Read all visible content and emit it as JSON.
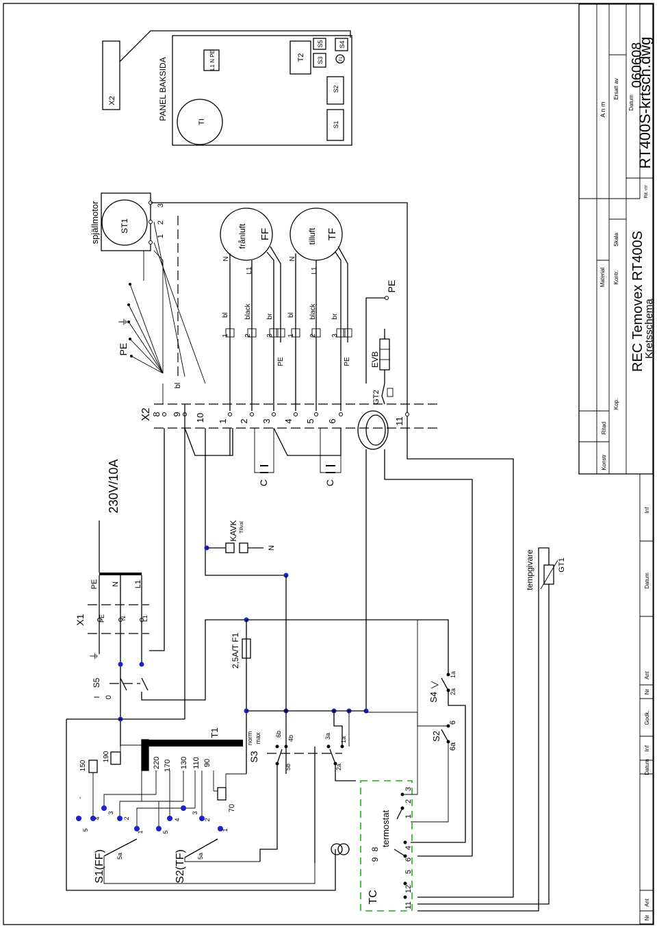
{
  "supply": {
    "voltage": "230V/10A",
    "x1_label": "X1",
    "pe": "PE",
    "n": "N",
    "l1": "L1",
    "ground": "⏚"
  },
  "switches": {
    "s5": "S5",
    "s5_on": "I",
    "s5_off": "0",
    "s3": "S3",
    "s3_norm": "norm",
    "s3_max": "max",
    "s4": "S4",
    "s2": "S2",
    "s1ff": "S1(FF)",
    "s2tf": "S2(TF)"
  },
  "contacts": {
    "c6b": "6b",
    "c4b": "4b",
    "c5b": "5b",
    "c3a": "3a",
    "c1a": "1a",
    "c2a": "2a",
    "c6": "6",
    "c6a": "6a",
    "c5a": "5a"
  },
  "transformer": {
    "label": "T1",
    "taps": [
      "220",
      "170",
      "130",
      "110",
      "90",
      "70",
      "150",
      "190"
    ]
  },
  "selector_numbers": [
    "5",
    "4",
    "3",
    "2",
    "1"
  ],
  "fuse": {
    "label": "2,5A/T F1"
  },
  "kavk": {
    "label": "KAVK",
    "sub": "Tillval",
    "n": "N"
  },
  "sensor": {
    "label": "tempgivare",
    "id": "GT1"
  },
  "thermostat": {
    "label": "termostat",
    "tc": "TC",
    "pins": [
      "1",
      "2",
      "3",
      "4",
      "5",
      "6",
      "8",
      "9",
      "11",
      "12"
    ]
  },
  "terminal_x2": {
    "label": "X2",
    "pins": [
      "8",
      "9",
      "10",
      "1",
      "2",
      "3",
      "4",
      "5",
      "6",
      "11"
    ]
  },
  "capacitor": "C",
  "fans": {
    "ff": {
      "name": "frånluft",
      "code": "FF",
      "n": "N",
      "l1": "L1",
      "wires": [
        "bl",
        "black",
        "br"
      ],
      "pins": [
        "1",
        "2",
        "3"
      ]
    },
    "tf": {
      "name": "tilluft",
      "code": "TF",
      "n": "N",
      "l1": "L1",
      "wires": [
        "bl",
        "black",
        "br"
      ],
      "pins": [
        "1",
        "2",
        "3"
      ]
    }
  },
  "pe_labels": {
    "fan": "PE",
    "main": "PE"
  },
  "damper": {
    "label": "spjällmotor",
    "st1": "ST1",
    "pins": [
      "1",
      "2",
      "3"
    ]
  },
  "evb": {
    "label": "EVB",
    "gt2": "GT2",
    "pe": "PE"
  },
  "wire_bl": "bl",
  "panel": {
    "title": "PANEL BAKSIDA",
    "x2": "X2",
    "ti": "TI",
    "t2": "T2",
    "l1npe": "L1 N PE",
    "s1": "S1",
    "s2": "S2",
    "s3": "S3",
    "s4": "S4",
    "s5": "S5",
    "f1": "F1"
  },
  "title_block": {
    "anm": "A n m",
    "material": "Material",
    "konstr": "Konstr",
    "ritad": "Ritad",
    "kop": "Kop.",
    "kontr": "Kontr.",
    "skala": "Skala",
    "ersatt_av": "Ersatt av",
    "datum": "Datum",
    "date_value": "060608",
    "rit_nr_label": "Rit.-nr",
    "rit_nr": "RT400S-krtsch.dwg",
    "title1": "REC Temovex RT400S",
    "title2": "Kretsschema"
  },
  "revision_block": {
    "nr": "Nr",
    "ant": "Ant",
    "inf": "Inf",
    "datum": "Datum",
    "godk": "Godk."
  }
}
